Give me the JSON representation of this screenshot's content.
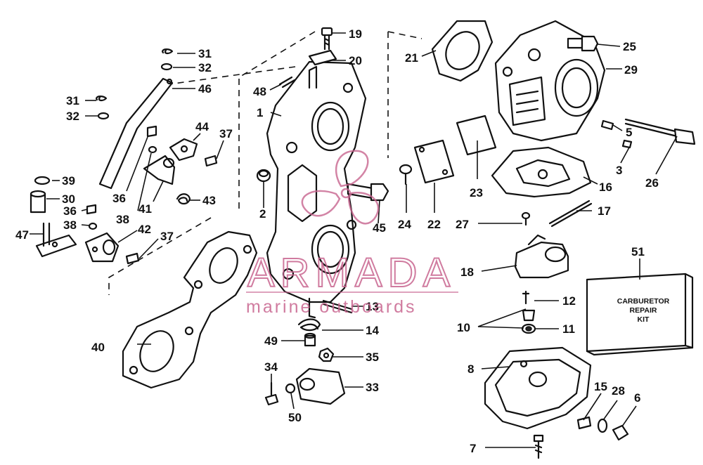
{
  "diagram": {
    "callouts": [
      "1",
      "2",
      "3",
      "5",
      "6",
      "7",
      "8",
      "10",
      "11",
      "12",
      "13",
      "14",
      "15",
      "16",
      "17",
      "18",
      "19",
      "20",
      "21",
      "22",
      "23",
      "24",
      "25",
      "26",
      "27",
      "28",
      "29",
      "30",
      "31",
      "31",
      "32",
      "32",
      "33",
      "34",
      "35",
      "36",
      "36",
      "37",
      "37",
      "38",
      "38",
      "39",
      "40",
      "41",
      "42",
      "43",
      "44",
      "45",
      "46",
      "47",
      "48",
      "49",
      "50",
      "51"
    ],
    "kit_label": [
      "CARBURETOR",
      "REPAIR",
      "KIT"
    ]
  },
  "watermark": {
    "brand": "ARMADA",
    "tagline": "marine outboards",
    "color": "#c8658f"
  },
  "colors": {
    "ink": "#111111",
    "paper": "#ffffff"
  }
}
